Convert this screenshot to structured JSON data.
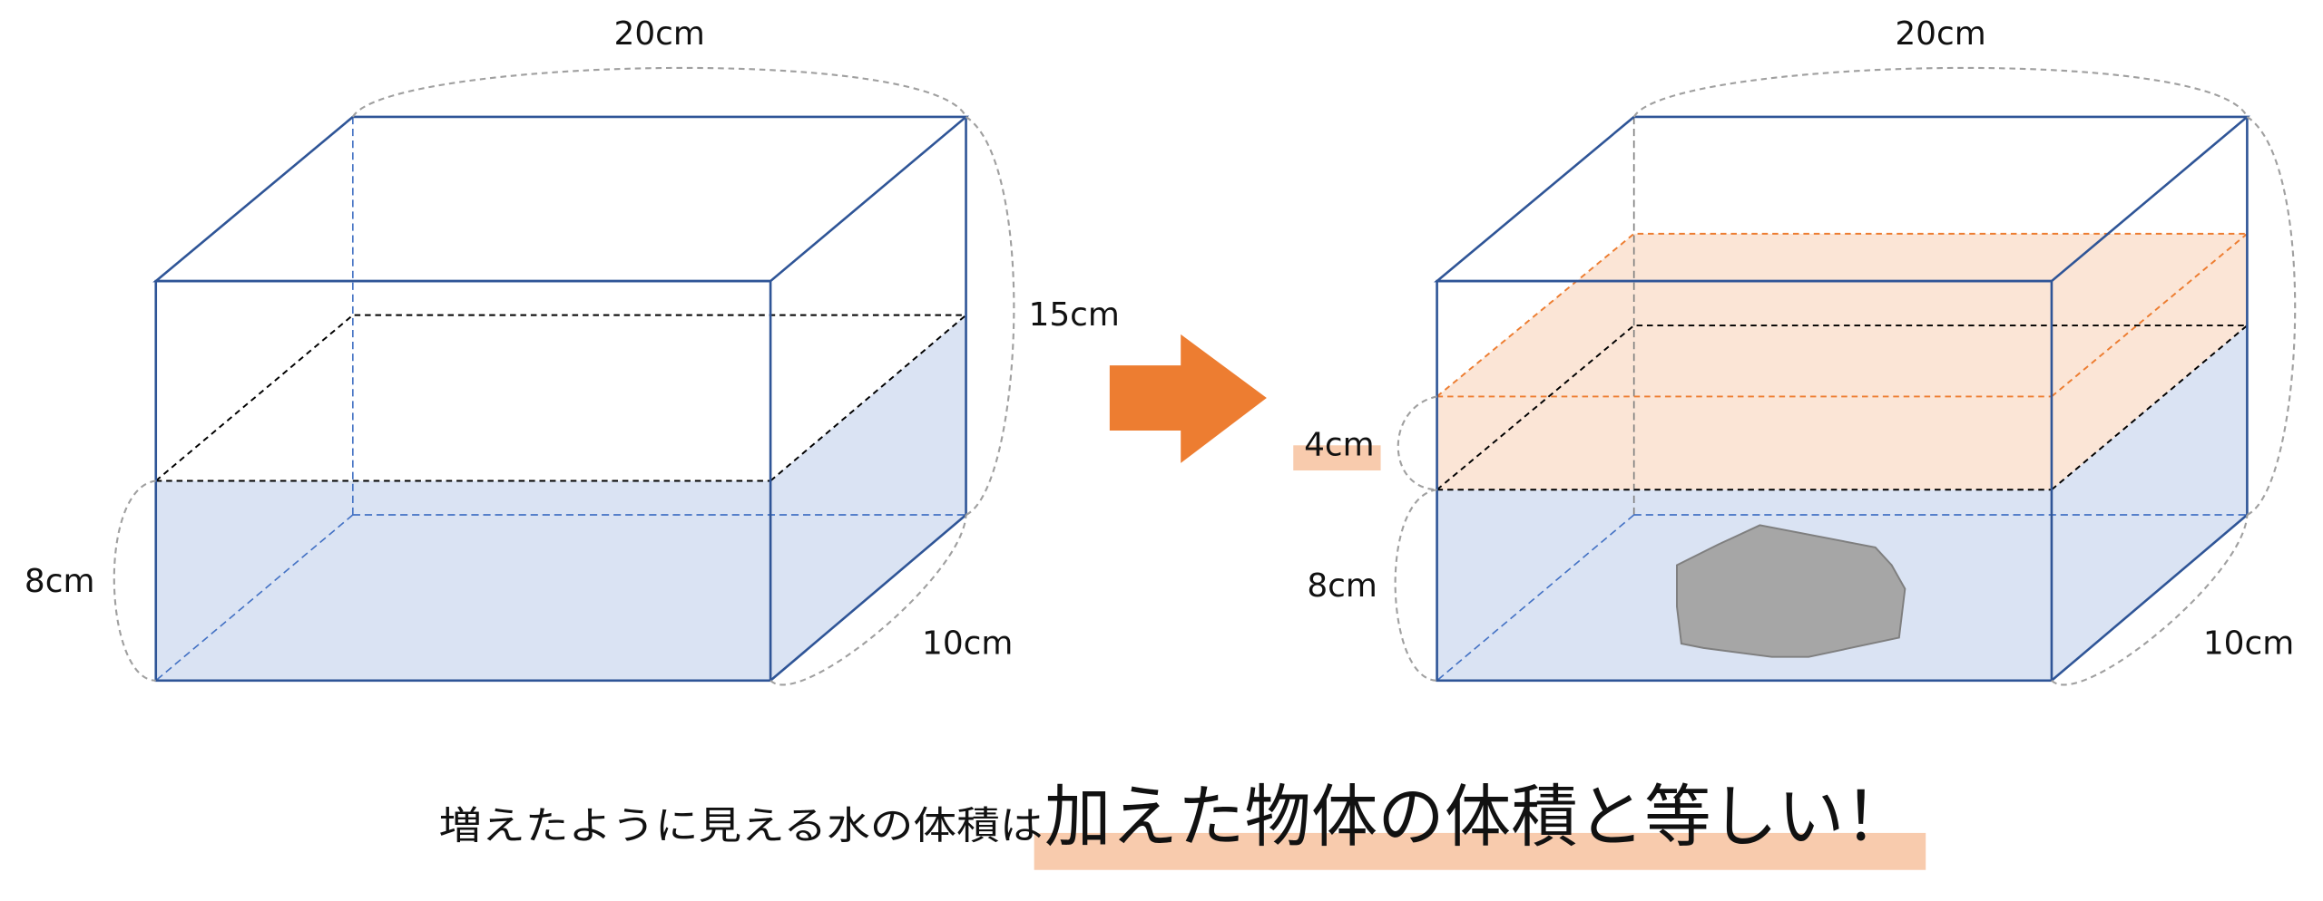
{
  "colors": {
    "edge": "#2f5597",
    "water": "#dae3f3",
    "raised": "#fbe5d6",
    "arrow": "#ed7d31",
    "highlight": "#f8cbad",
    "stone": "#a6a6a6"
  },
  "before": {
    "width_label": "20cm",
    "height_label": "15cm",
    "water_label": "8cm",
    "depth_label": "10cm"
  },
  "after": {
    "width_label": "20cm",
    "rise_label": "4cm",
    "water_label": "8cm",
    "depth_label": "10cm"
  },
  "caption": {
    "lead": "増えたように見える水の体積は",
    "emphasis": "加えた物体の体積と等しい！"
  }
}
